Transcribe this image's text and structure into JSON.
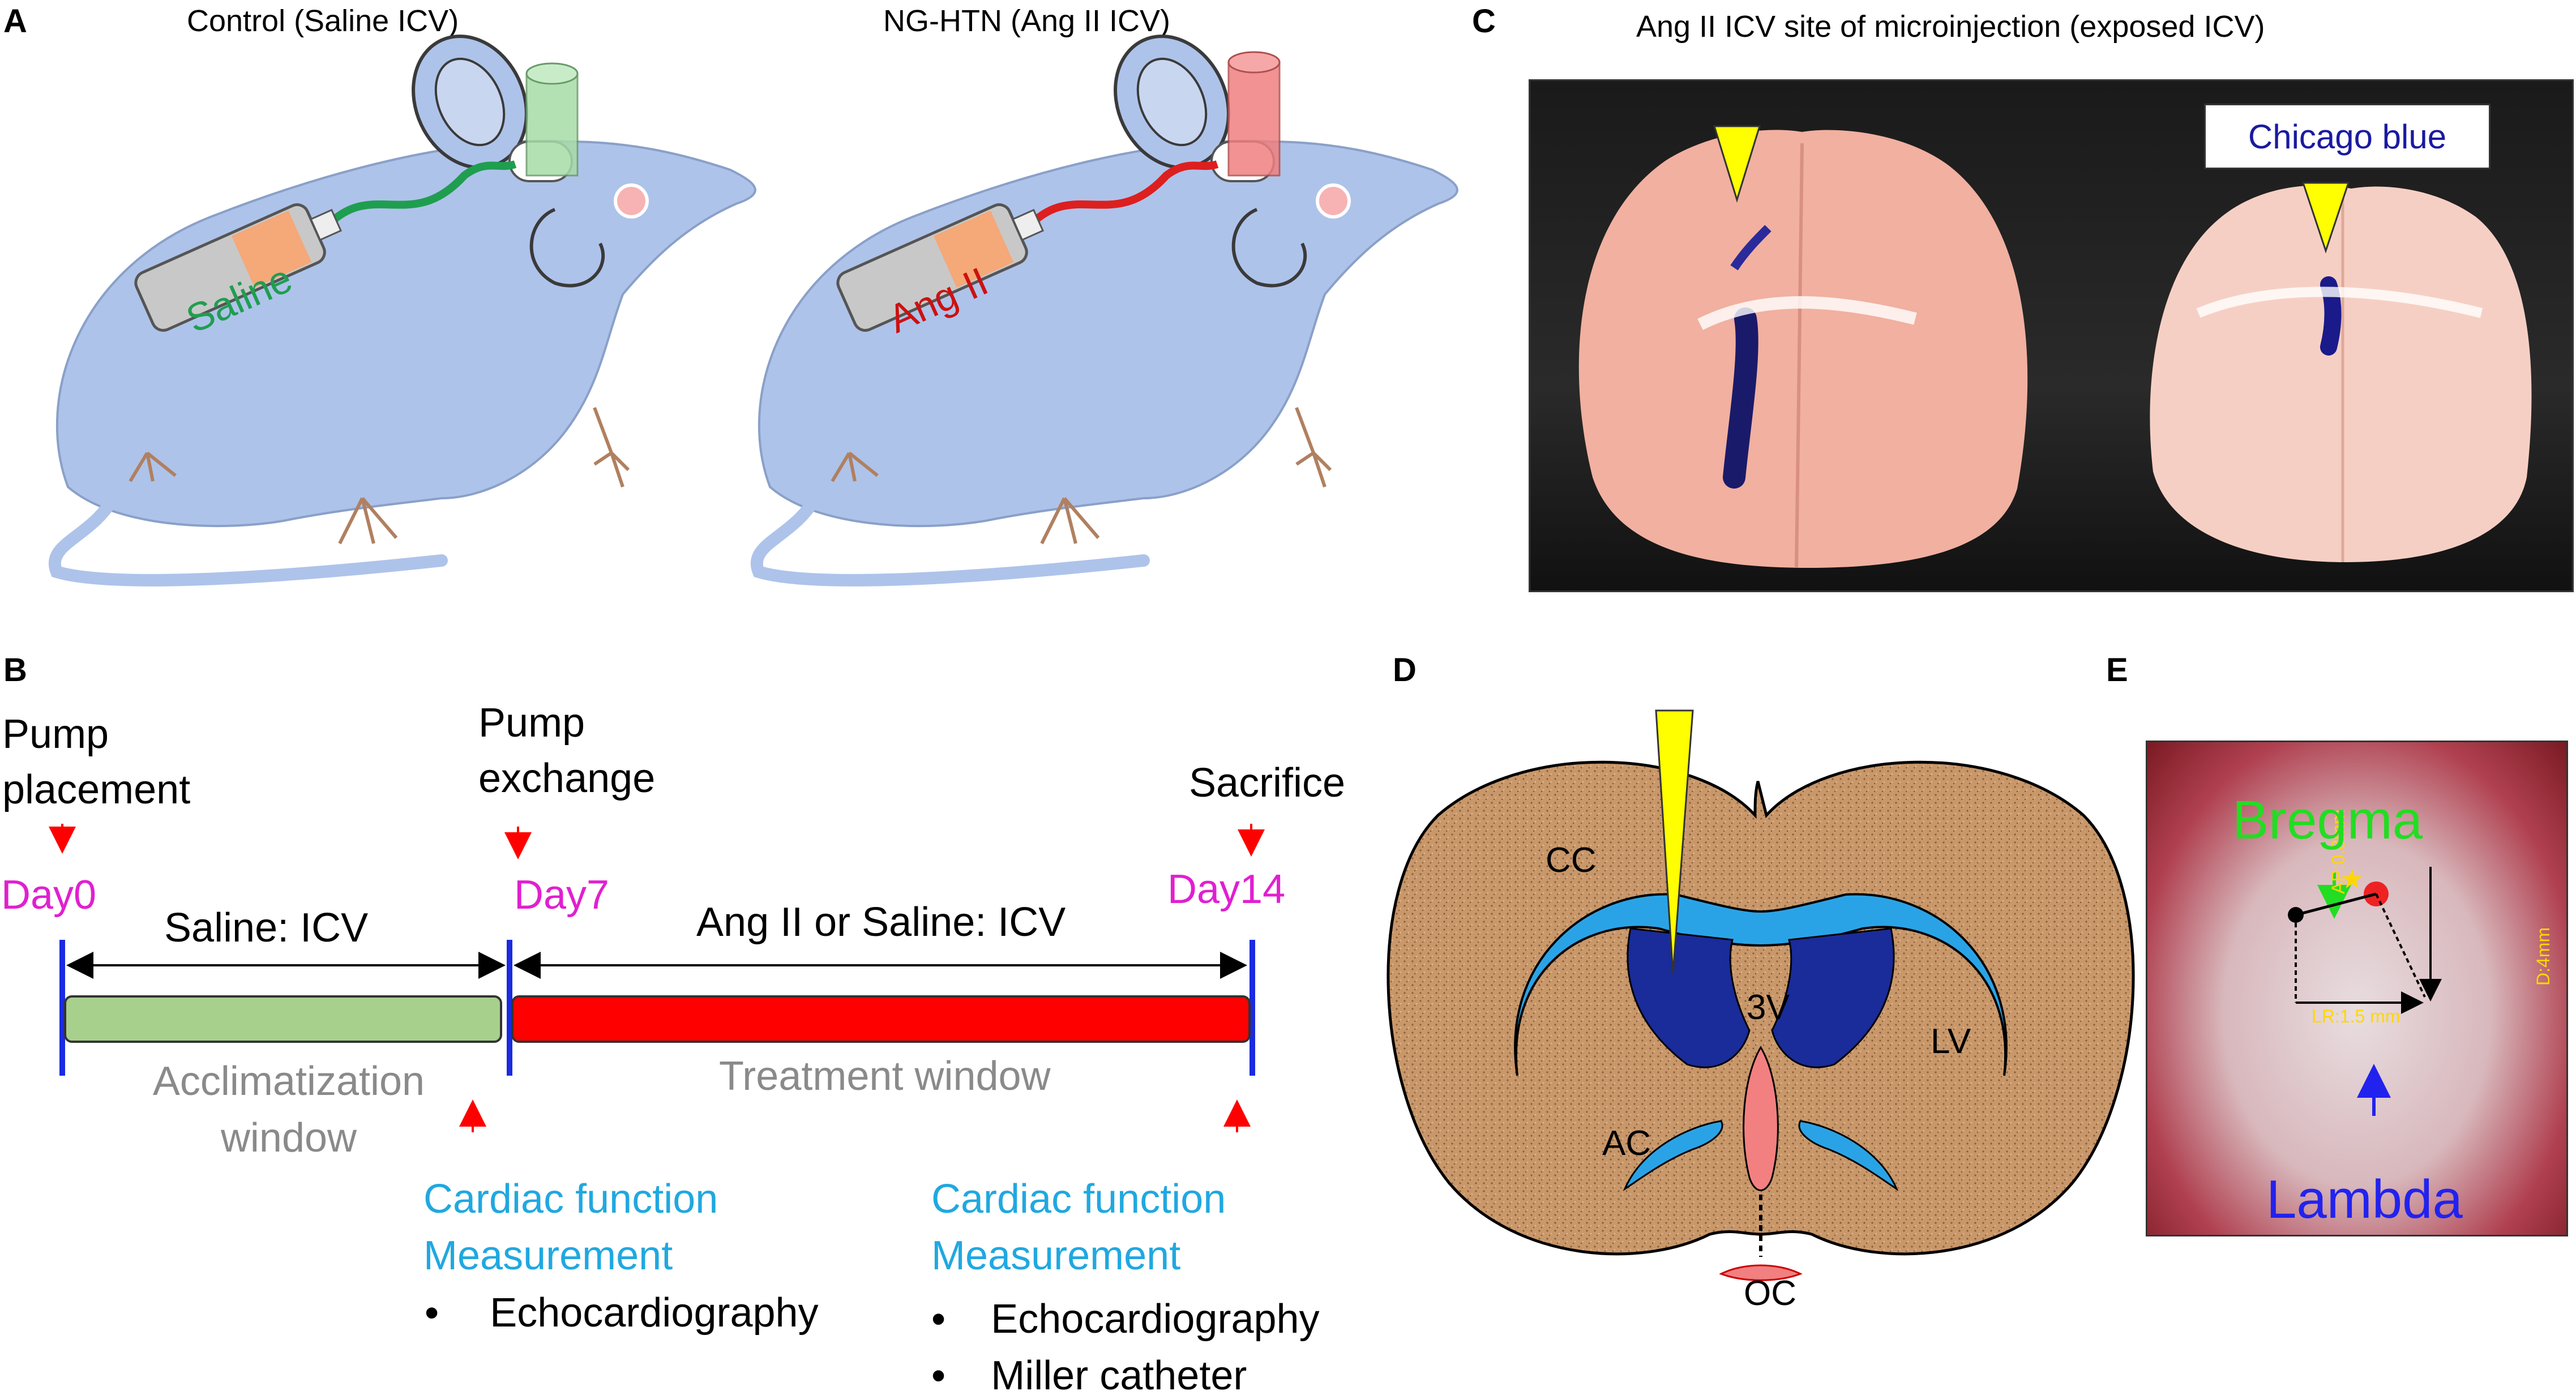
{
  "panels": {
    "A": {
      "letter": "A",
      "control_title": "Control (Saline ICV)",
      "htn_title": "NG-HTN (Ang II ICV)",
      "control_pump_label": "Saline",
      "htn_pump_label": "Ang II"
    },
    "B": {
      "letter": "B",
      "pump_placement": [
        "Pump",
        "placement"
      ],
      "pump_exchange": [
        "Pump",
        "exchange"
      ],
      "sacrifice": "Sacrifice",
      "day0": "Day0",
      "day7": "Day7",
      "day14": "Day14",
      "saline_icv": "Saline: ICV",
      "angii_saline_icv": "Ang II or Saline: ICV",
      "acclimatization": [
        "Acclimatization",
        "window"
      ],
      "treatment": "Treatment window",
      "cardiac1": [
        "Cardiac function",
        "Measurement"
      ],
      "cardiac2": [
        "Cardiac function",
        "Measurement"
      ],
      "bullets1": [
        "Echocardiography"
      ],
      "bullets2": [
        "Echocardiography",
        "Miller catheter"
      ],
      "bullet_char": "•"
    },
    "C": {
      "letter": "C",
      "title": "Ang II ICV site of microinjection (exposed ICV)",
      "dye_label": "Chicago blue"
    },
    "D": {
      "letter": "D",
      "labels": {
        "cc": "CC",
        "lv": "LV",
        "v3": "3V",
        "ac": "AC",
        "oc": "OC"
      }
    },
    "E": {
      "letter": "E",
      "bregma": "Bregma",
      "lambda": "Lambda",
      "ap": "AP:0.8mm",
      "lr": "LR:1.5 mm",
      "d": "D:4mm",
      "star": "★"
    }
  },
  "colors": {
    "magenta": "#e020d0",
    "cyan": "#20a8e0",
    "green_bar": "#a8d08d",
    "red_bar": "#ff0000",
    "grey_text": "#8a8a8a",
    "mouse_body": "#aec3ea",
    "brain_fill": "#c8976a",
    "ventricle_light": "#2aa3e6",
    "ventricle_dark": "#1a2b9a",
    "needle_yellow": "#ffff00",
    "yellow_label": "#ffd700",
    "blue_dye": "#1a1aa0",
    "bregma_green": "#22dd22",
    "lambda_blue": "#2222ee"
  }
}
